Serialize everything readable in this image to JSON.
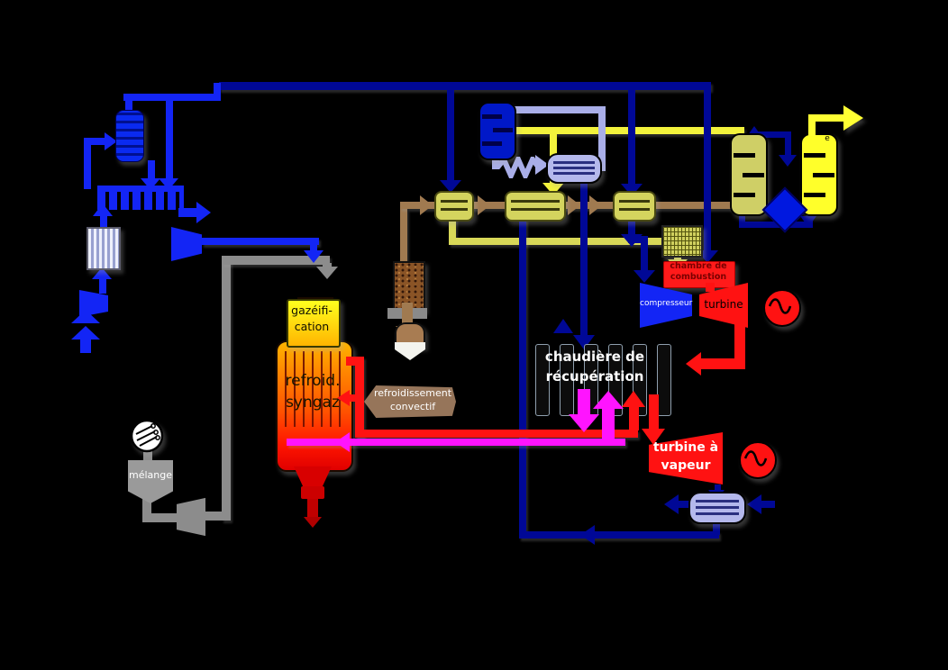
{
  "diagram": {
    "kind": "IGCC power plant process flow diagram (French)",
    "labels": {
      "gasifier_top_line1": "gazéifi-",
      "gasifier_top_line2": "cation",
      "gasifier_body_line1": "refroid.",
      "gasifier_body_line2": "syngaz",
      "convective_line1": "refroidissement",
      "convective_line2": "convectif",
      "mixer": "mélange",
      "combustion_chamber_line1": "chambre de",
      "combustion_chamber_line2": "combustion",
      "compressor": "compresseur",
      "gas_turbine": "turbine",
      "hrsg_line1": "chaudière de",
      "hrsg_line2": "récupération",
      "steam_turbine_line1": "turbine à",
      "steam_turbine_line2": "vapeur",
      "vessel_mark": "e"
    },
    "colors": {
      "background": "#000000",
      "navy_pipe": "#000896",
      "bright_blue": "#1325f5",
      "lavender": "#a9aee8",
      "khaki": "#d8d858",
      "yellow": "#ffff33",
      "brown": "#a07a50",
      "red": "#ff1212",
      "magenta": "#ff14ff",
      "gray": "#8c8c8c",
      "gasifier_gradient_top": "#ffb400",
      "gasifier_gradient_bottom": "#e00000"
    }
  }
}
